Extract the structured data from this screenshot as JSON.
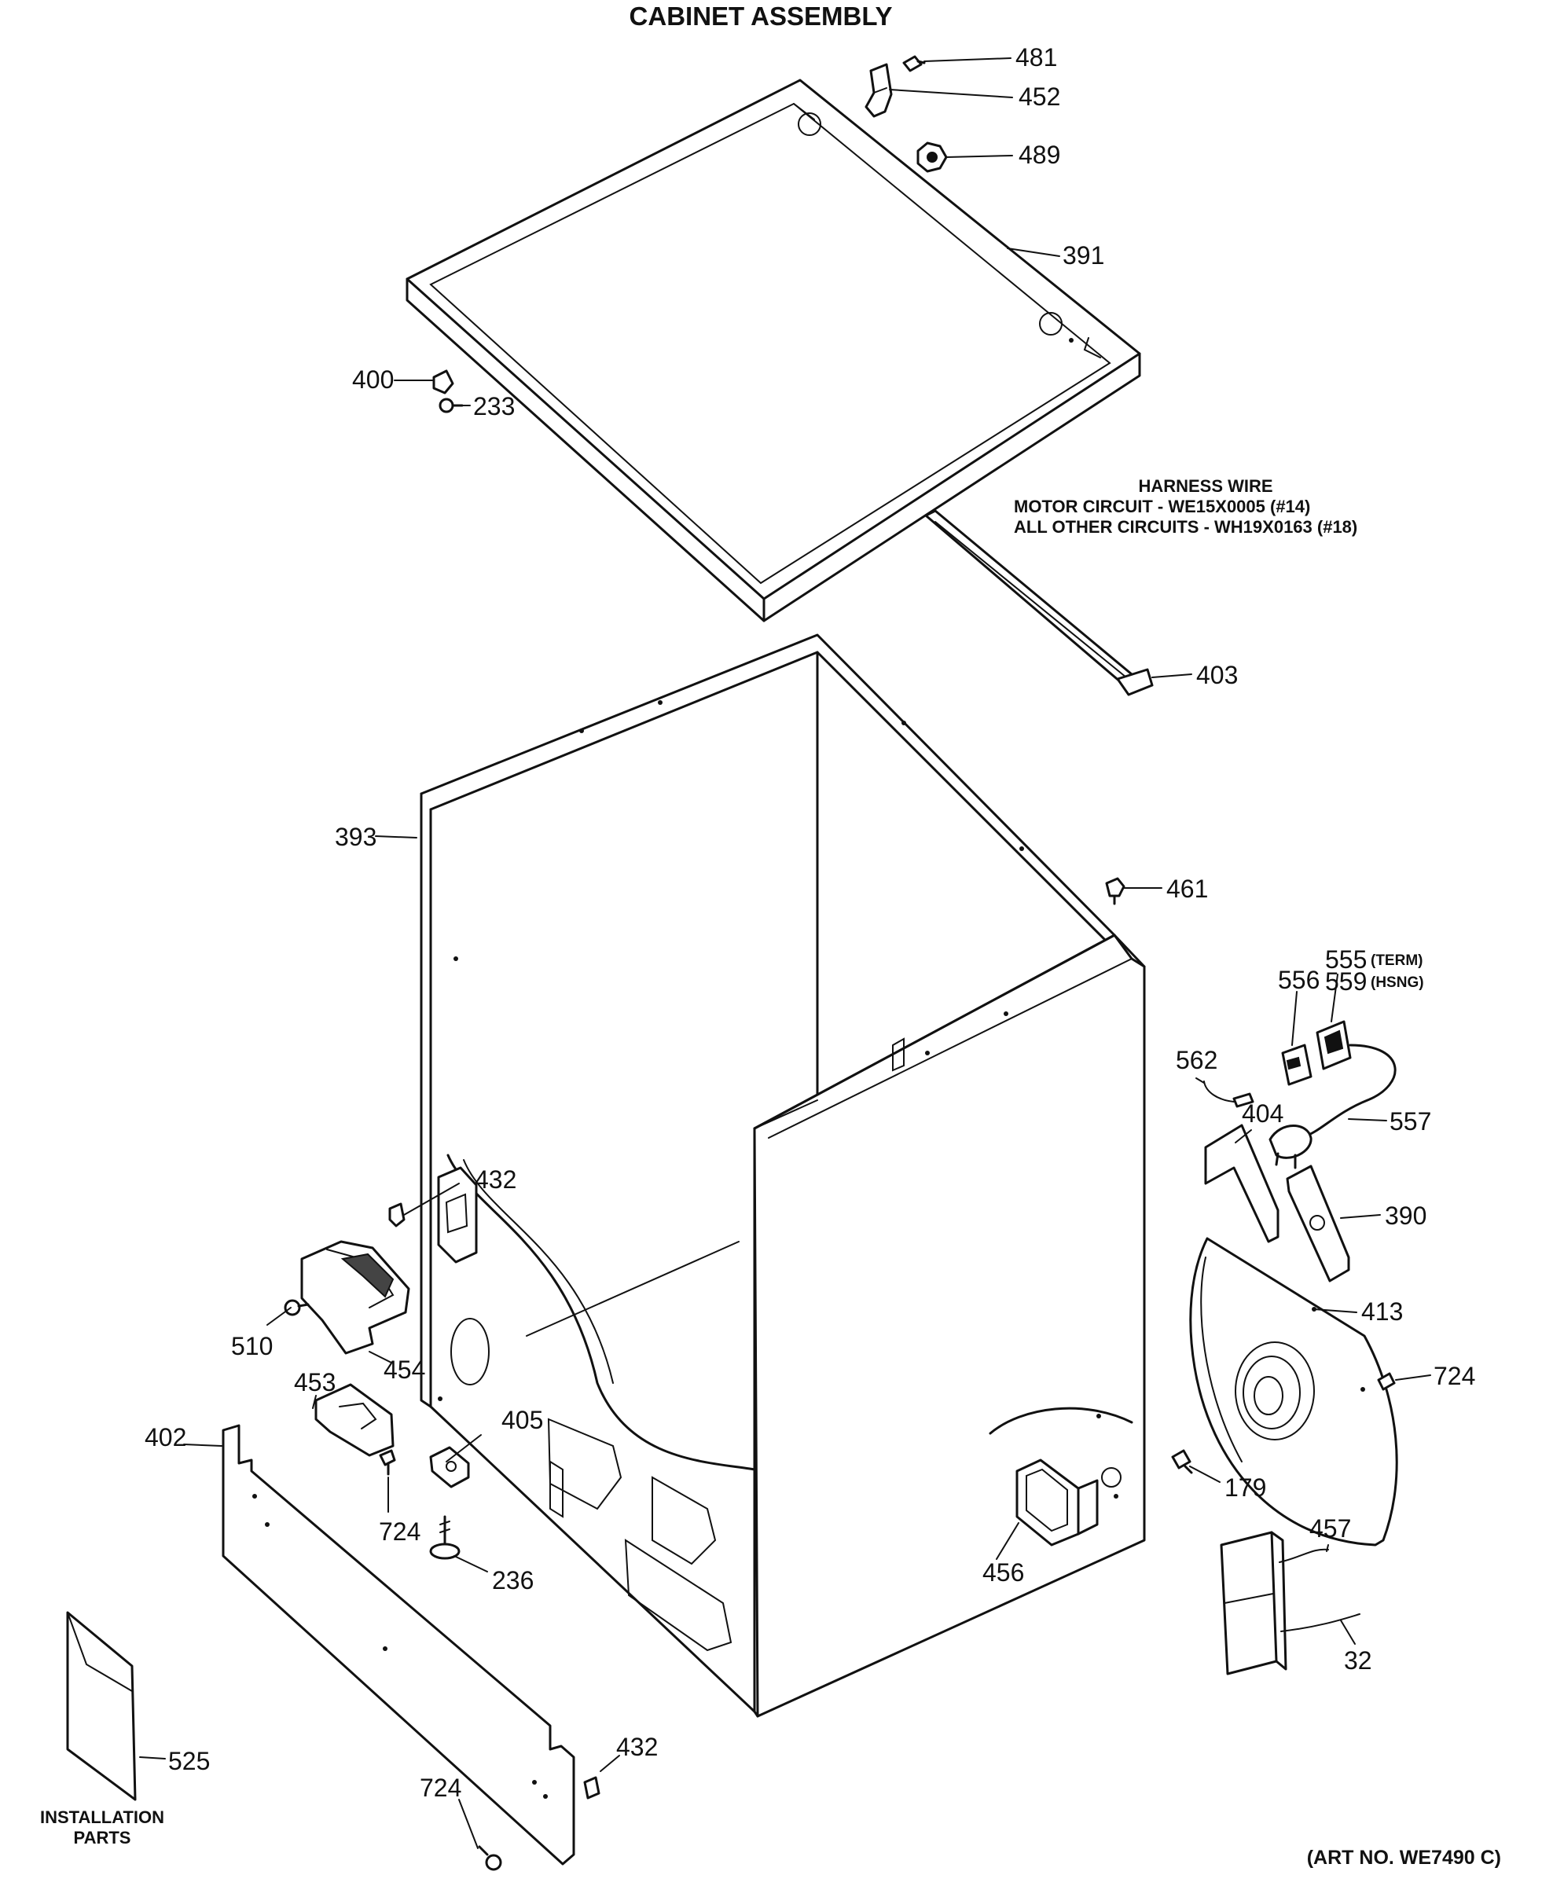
{
  "title": "CABINET ASSEMBLY",
  "harness_note": {
    "heading": "HARNESS WIRE",
    "line1": "MOTOR CIRCUIT - WE15X0005 (#14)",
    "line2": "ALL OTHER CIRCUITS - WH19X0163 (#18)"
  },
  "installation_label": {
    "line1": "INSTALLATION",
    "line2": "PARTS"
  },
  "art_number": "(ART NO. WE7490 C)",
  "callouts": {
    "p481": "481",
    "p452": "452",
    "p489": "489",
    "p391": "391",
    "p400": "400",
    "p233": "233",
    "p403": "403",
    "p393": "393",
    "p461": "461",
    "p555": "555",
    "p555_tag": "(TERM)",
    "p559": "559",
    "p559_tag": "(HSNG)",
    "p556": "556",
    "p562": "562",
    "p404": "404",
    "p557": "557",
    "p390": "390",
    "p413": "413",
    "p724_right": "724",
    "p179": "179",
    "p457": "457",
    "p32": "32",
    "p456": "456",
    "p432_left": "432",
    "p510": "510",
    "p454": "454",
    "p453": "453",
    "p405": "405",
    "p402": "402",
    "p724_mid": "724",
    "p236": "236",
    "p525": "525",
    "p724_bottom": "724",
    "p432_bottom": "432"
  }
}
